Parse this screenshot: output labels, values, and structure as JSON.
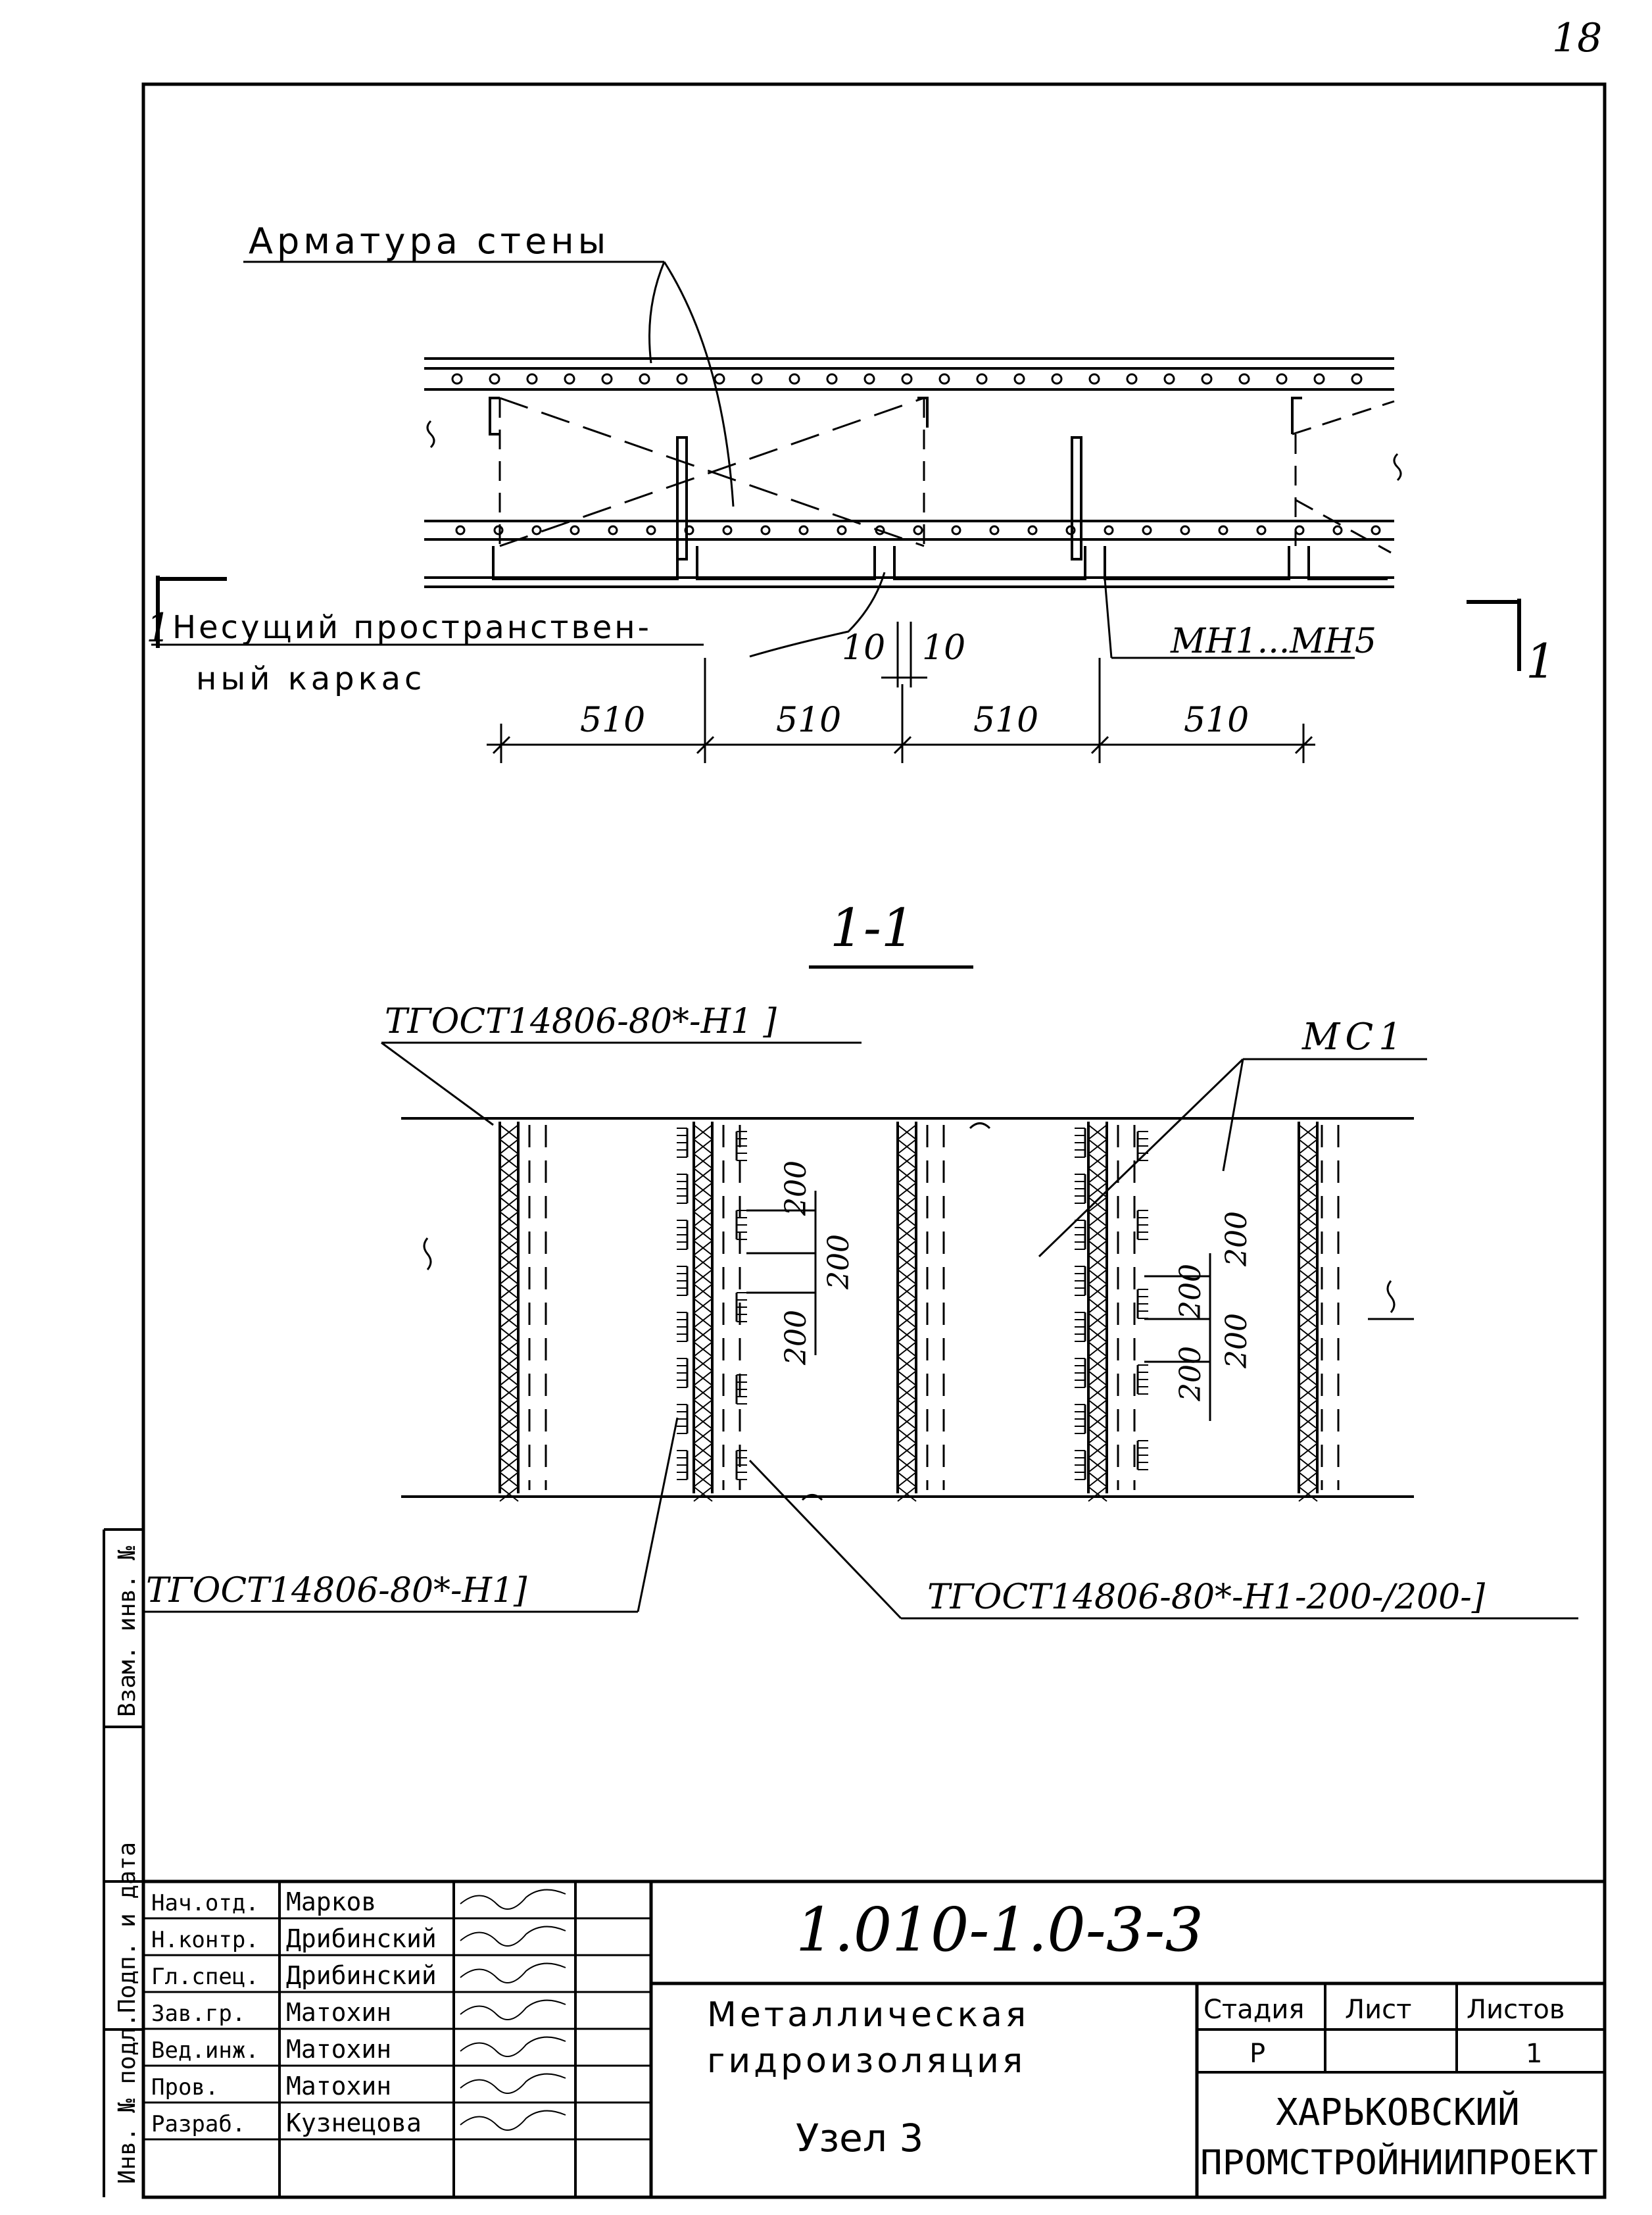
{
  "page_number": "18",
  "labels": {
    "wall_rebar": "Арматура стены",
    "frame_line1": "Несущий пространствен-",
    "frame_line2": "ный каркас",
    "gap_left": "10",
    "gap_right": "10",
    "anchors": "МН1...МН5",
    "section_marker": "1",
    "section_title": "1-1",
    "weld_top": "ΤΓΟСТ14806-80*-Н1 ]",
    "plate_mark": "МС1",
    "weld_bottom_left": "ΤΓΟСТ14806-80*-Н1]",
    "weld_bottom_right": "ΤΓΟСТ14806-80*-Н1-200-/200-]"
  },
  "dimensions": {
    "spans": [
      "510",
      "510",
      "510",
      "510"
    ],
    "pitch": [
      "200",
      "200",
      "200",
      "200",
      "200",
      "200",
      "200"
    ]
  },
  "side_stamp": {
    "inv_orig": "Инв. № подл.",
    "sign_date": "Подп. и дата",
    "vzam": "Взам. инв. №"
  },
  "title_block": {
    "code": "1.010-1.0-3-3",
    "title_line1": "Металлическая",
    "title_line2": "гидроизоляция",
    "node": "Узел 3",
    "stage_header": "Стадия",
    "sheet_header": "Лист",
    "sheets_header": "Листов",
    "stage_value": "Р",
    "sheet_value": "",
    "sheets_value": "1",
    "org_line1": "ХАРЬКОВСКИЙ",
    "org_line2": "ПРОМСТРОЙНИИПРОЕКТ",
    "staff": [
      {
        "role": "Нач.отд.",
        "name": "Марков"
      },
      {
        "role": "Н.контр.",
        "name": "Дрибинский"
      },
      {
        "role": "Гл.спец.",
        "name": "Дрибинский"
      },
      {
        "role": "Зав.гр.",
        "name": "Матохин"
      },
      {
        "role": "Вед.инж.",
        "name": "Матохин"
      },
      {
        "role": "Пров.",
        "name": "Матохин"
      },
      {
        "role": "Разраб.",
        "name": "Кузнецова"
      }
    ]
  }
}
